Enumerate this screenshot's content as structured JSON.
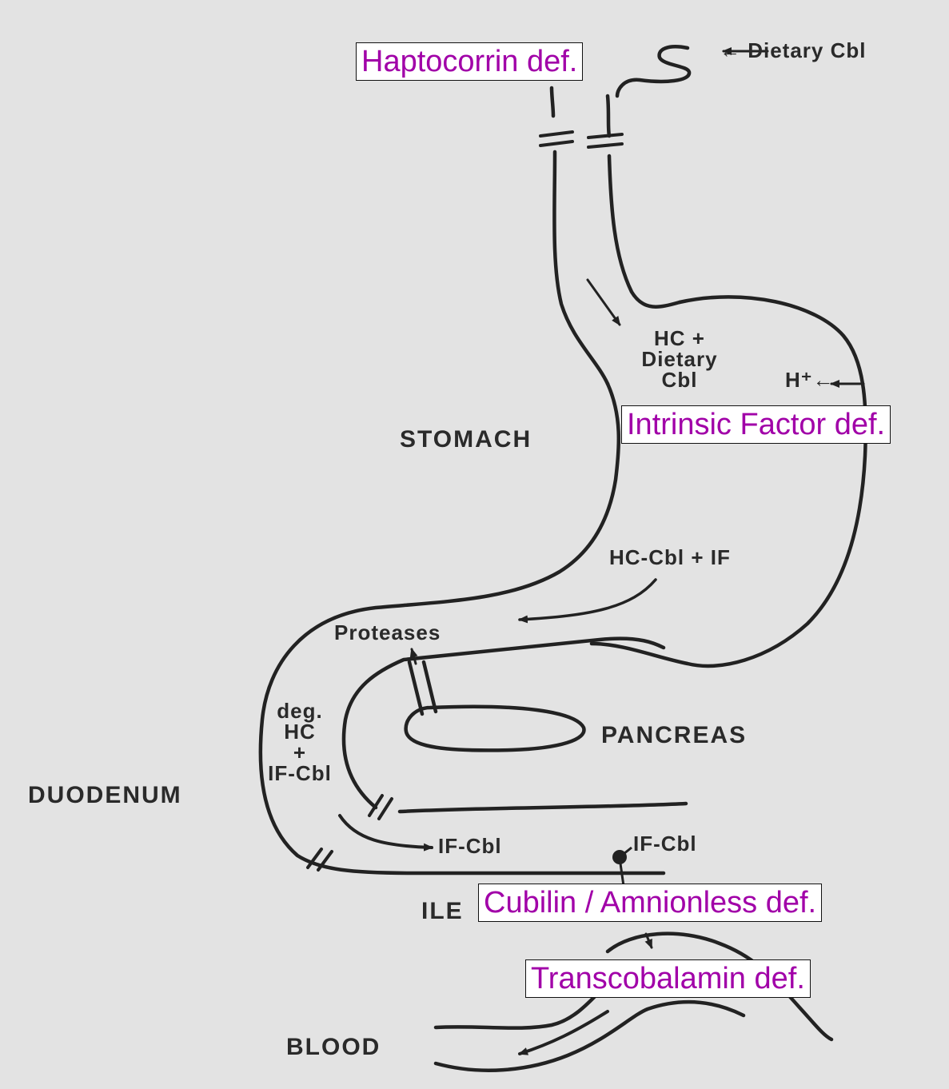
{
  "labels": {
    "dietary_cbl": "← Dietary Cbl",
    "hc_dietary_cbl": [
      "HC +",
      "Dietary",
      "Cbl"
    ],
    "h_plus": "H⁺←",
    "stomach": "STOMACH",
    "hc_cbl_if": "HC-Cbl + IF",
    "proteases": "Proteases",
    "deg_hc_if_cbl": [
      "deg.",
      "HC",
      "+",
      "IF-Cbl"
    ],
    "pancreas": "PANCREAS",
    "duodenum": "DUODENUM",
    "if_cbl_duodenum": "IF-Cbl",
    "if_cbl_ileum": "IF-Cbl",
    "ileum": "ILE",
    "blood": "BLOOD"
  },
  "deficiencies": {
    "haptocorrin": "Haptocorrin def.",
    "intrinsic_factor": "Intrinsic Factor def.",
    "cubilin_amnionless": "Cubilin / Amnionless def.",
    "transcobalamin": "Transcobalamin def."
  },
  "colors": {
    "background": "#e3e3e3",
    "ink": "#222222",
    "deficiency_text": "#a100a8"
  }
}
